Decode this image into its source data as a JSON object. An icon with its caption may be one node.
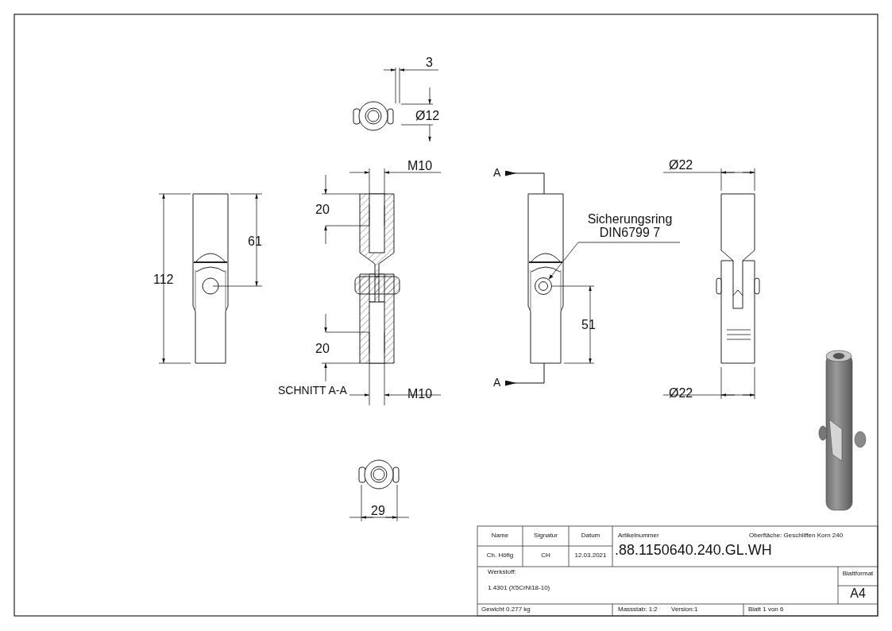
{
  "diagram": {
    "nodes": [
      {
        "text": [
          "Sicherungsring DIN6799 7"
        ]
      },
      {
        "text": [],
        "shape": "circle"
      }
    ],
    "edges": [
      {
        "from": 0,
        "to": 1,
        "arrow": "to"
      }
    ],
    "labels": [
      "3",
      "Ø12",
      "M10",
      "Ø22",
      "A",
      "20",
      "61",
      "112",
      "20",
      "51",
      "A",
      "SCHNITT A-A",
      "M10",
      "Ø22",
      "29",
      "Name",
      "Signatur",
      "Datum",
      "Artikelnummer",
      "Oberfläche:  Geschliffen Korn 240",
      "Ch. Höfig",
      "CH",
      "12.03.2021",
      ".88.1150640.240.GL.WH",
      "Werkstoff:",
      "Blattformat",
      "1.4301 (X5CrNi18-10)",
      "A4",
      "Gewicht 0.277 kg",
      "Massstab: 1:2",
      "Version:1",
      "Blatt 1 von 6"
    ]
  }
}
